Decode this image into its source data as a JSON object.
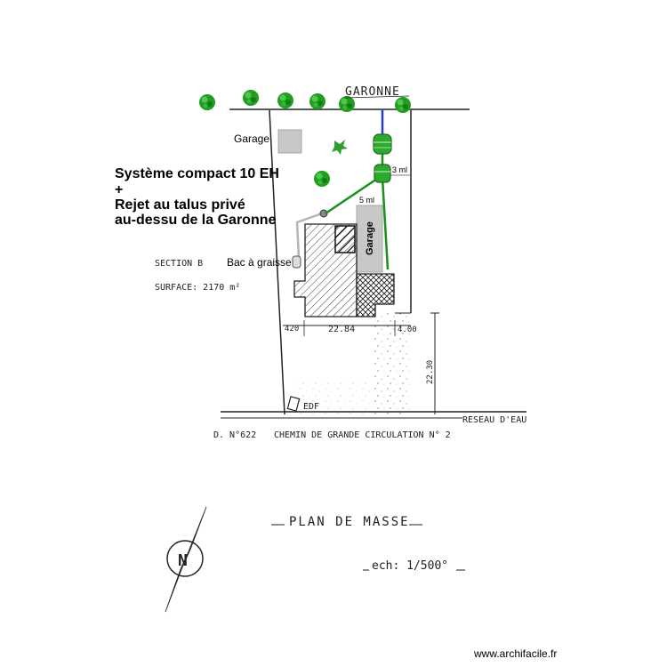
{
  "plan": {
    "river_label": "GARONNE",
    "garage_label_top": "Garage",
    "garage_label_vertical": "Garage",
    "system_line1": "Système compact 10 EH",
    "system_line2": "+",
    "system_line3": "Rejet au talus privé",
    "system_line4": "au-dessu de la Garonne",
    "section": "SECTION B",
    "surface": "SURFACE: 2170 m²",
    "bac": "Bac à graisse",
    "dist_3": "3 ml",
    "dist_5": "5 ml",
    "dim_left": "420",
    "dim_mid": "22.84",
    "dim_right": "4.00",
    "dim_vertical": "22.30",
    "edf": "EDF",
    "reseau": "RESEAU D'EAU",
    "road_code": "D. N°622",
    "road_name": "CHEMIN DE GRANDE CIRCULATION N° 2",
    "title": "PLAN DE MASSE",
    "scale": "ech: 1/500°",
    "north": "N",
    "watermark": "www.archifacile.fr"
  },
  "colors": {
    "tree": "#1f9e1f",
    "pipe": "#1a8f1a",
    "pipe_blue": "#1f3fc8",
    "garage_fill": "#c8c8c8",
    "line": "#222222"
  },
  "icons": {
    "tree": "tree-icon",
    "tank": "tank-icon",
    "north": "north-compass-icon"
  }
}
